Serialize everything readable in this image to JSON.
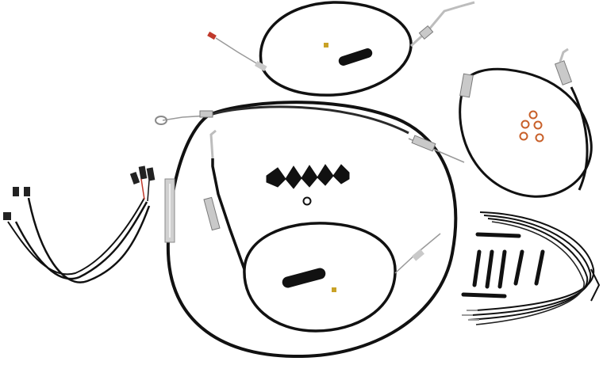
{
  "scene": {
    "background": "#ffffff",
    "colors": {
      "cable": "#111111",
      "cable_highlight": "#3a3a3a",
      "chrome": "#c9c9c9",
      "chrome_dark": "#8a8a8a",
      "wire": "#9a9a9a",
      "copper": "#c8602a",
      "brass": "#c9a227",
      "red_tip": "#c0392b",
      "connector": "#222222"
    },
    "items": [
      {
        "name": "clutch-cable-top",
        "kind": "cable-loop"
      },
      {
        "name": "throttle-cable-large",
        "kind": "cable-loop"
      },
      {
        "name": "idle-cable-lower",
        "kind": "cable-loop"
      },
      {
        "name": "brake-line-right",
        "kind": "hydraulic-line"
      },
      {
        "name": "wiring-harness-left",
        "kind": "harness"
      },
      {
        "name": "wire-extension-bundle",
        "kind": "wire-bundle"
      },
      {
        "name": "rubber-boot",
        "kind": "accessory"
      },
      {
        "name": "heat-shrink-tubes",
        "kind": "accessory"
      },
      {
        "name": "copper-crush-washers",
        "kind": "accessory"
      },
      {
        "name": "o-ring",
        "kind": "accessory"
      }
    ]
  }
}
